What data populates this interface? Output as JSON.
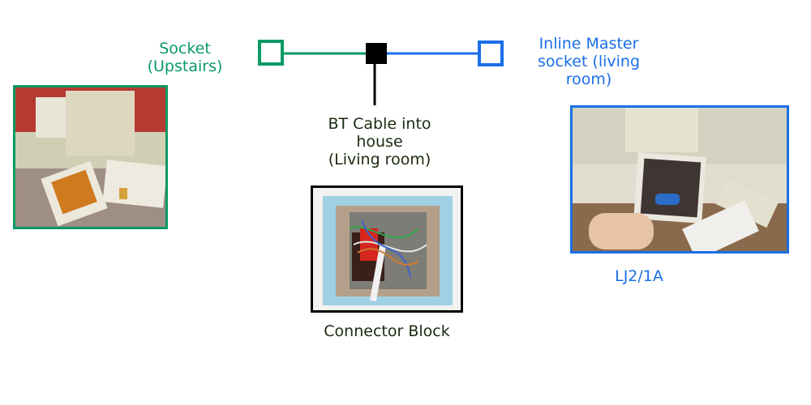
{
  "nodes": {
    "upstairs": {
      "label_line1": "Socket",
      "label_line2": "(Upstairs)",
      "color": "#0a9a64"
    },
    "master": {
      "label_line1": "Inline Master",
      "label_line2": "socket (living",
      "label_line3": "room)",
      "caption": "LJ2/1A",
      "color": "#1a6fe8"
    },
    "bt": {
      "label_line1": "BT Cable into",
      "label_line2": "house",
      "label_line3": "(Living room)",
      "caption": "Connector Block",
      "color": "#000000"
    }
  }
}
